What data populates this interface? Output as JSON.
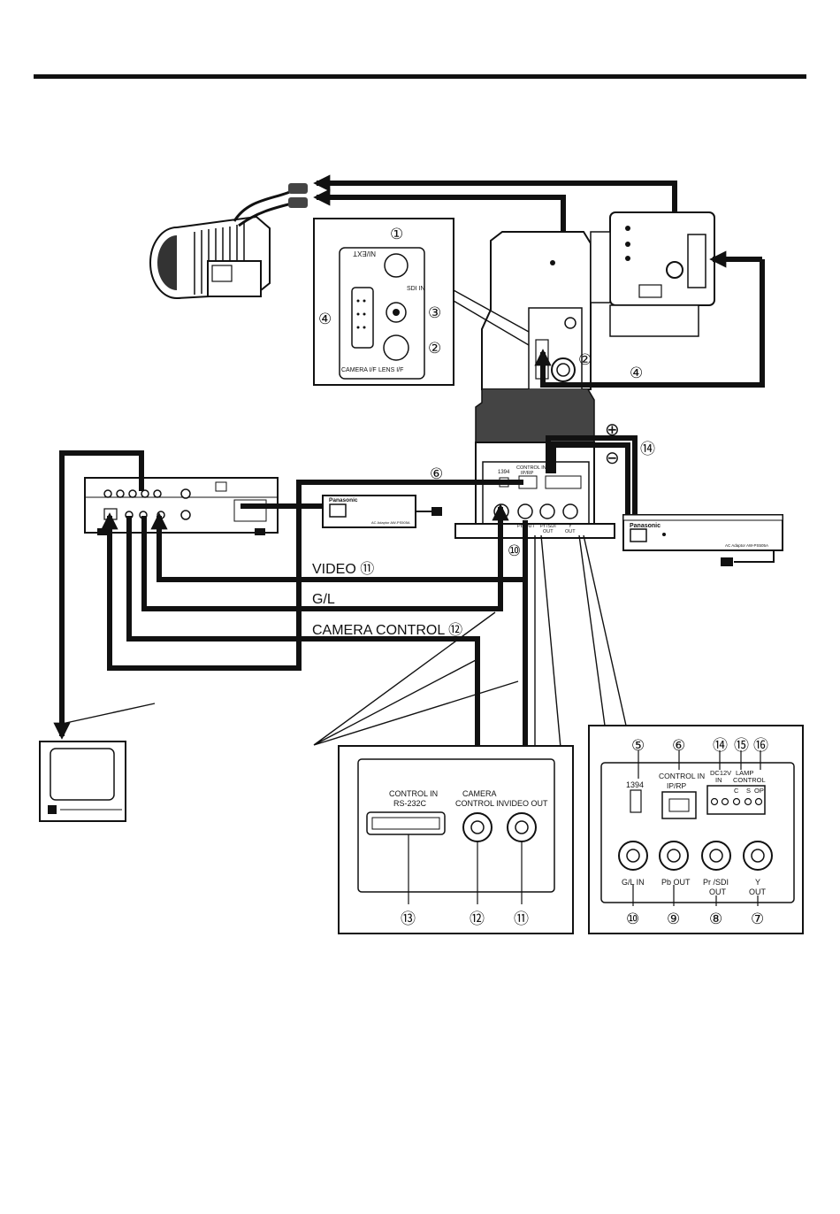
{
  "cables": {
    "video": "VIDEO ⑪",
    "gl": "G/L",
    "camera_control": "CAMERA CONTROL ⑫"
  },
  "callouts": {
    "n1": "①",
    "n2": "②",
    "n3": "③",
    "n4": "④",
    "n5": "⑤",
    "n6": "⑥",
    "n7": "⑦",
    "n8": "⑧",
    "n9": "⑨",
    "n10": "⑩",
    "n11": "⑪",
    "n12": "⑫",
    "n13": "⑬",
    "n14": "⑭",
    "n15": "⑮",
    "n16": "⑯",
    "plus": "⊕",
    "minus": "⊖"
  },
  "head_panel": {
    "ni_ext": "NI/EXT",
    "lens_if": "LENS I/F",
    "camera_if": "CAMERA I/F",
    "sdi_in": "SDI IN"
  },
  "base_small": {
    "p1394": "1394",
    "control_in": "CONTROL IN",
    "ip_rp": "IP/RP",
    "pb_out": "Pb OUT",
    "pr_sdi": "Pr /SDI",
    "out": "OUT",
    "y": "Y",
    "out2": "OUT"
  },
  "adapters": {
    "brand": "Panasonic",
    "ac_adapter_1": "AC Adaptor AW-PS505A",
    "ac_adapter_2": "AC Adaptor AW-PS505A"
  },
  "controller_panel": {
    "control_in": "CONTROL IN",
    "rs232c": "RS-232C",
    "camera": "CAMERA",
    "control_in2": "CONTROL IN",
    "video_out": "VIDEO OUT"
  },
  "base_panel": {
    "p1394": "1394",
    "control_in": "CONTROL IN",
    "ip_rp": "IP/RP",
    "dc12v": "DC12V",
    "in": "IN",
    "lamp": "LAMP",
    "control": "CONTROL",
    "c": "C",
    "s": "S",
    "op": "OP",
    "gl_in": "G/L IN",
    "pb_out": "Pb OUT",
    "pr_sdi": "Pr /SDI",
    "out": "OUT",
    "y": "Y",
    "out2": "OUT"
  }
}
